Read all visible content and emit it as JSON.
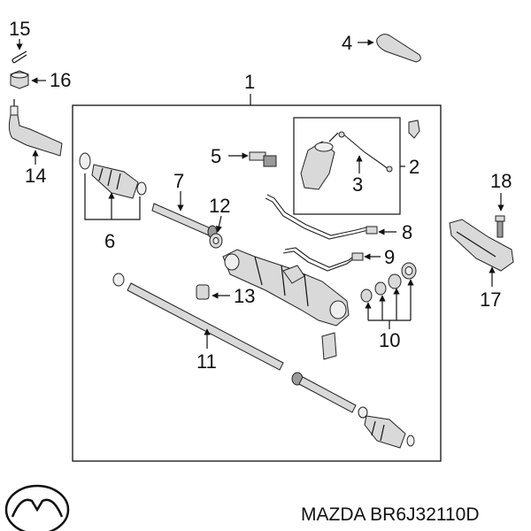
{
  "callouts": {
    "c1": "1",
    "c2": "2",
    "c3": "3",
    "c4": "4",
    "c5": "5",
    "c6": "6",
    "c7": "7",
    "c8": "8",
    "c9": "9",
    "c10": "10",
    "c11": "11",
    "c12": "12",
    "c13": "13",
    "c14": "14",
    "c15": "15",
    "c16": "16",
    "c17": "17",
    "c18": "18"
  },
  "caption": "MAZDA BR6J32110D",
  "icons": {
    "logo": "mazda-logo-icon"
  },
  "colors": {
    "ink": "#111111",
    "part_fill": "#d9d9d9",
    "background": "#ffffff"
  }
}
